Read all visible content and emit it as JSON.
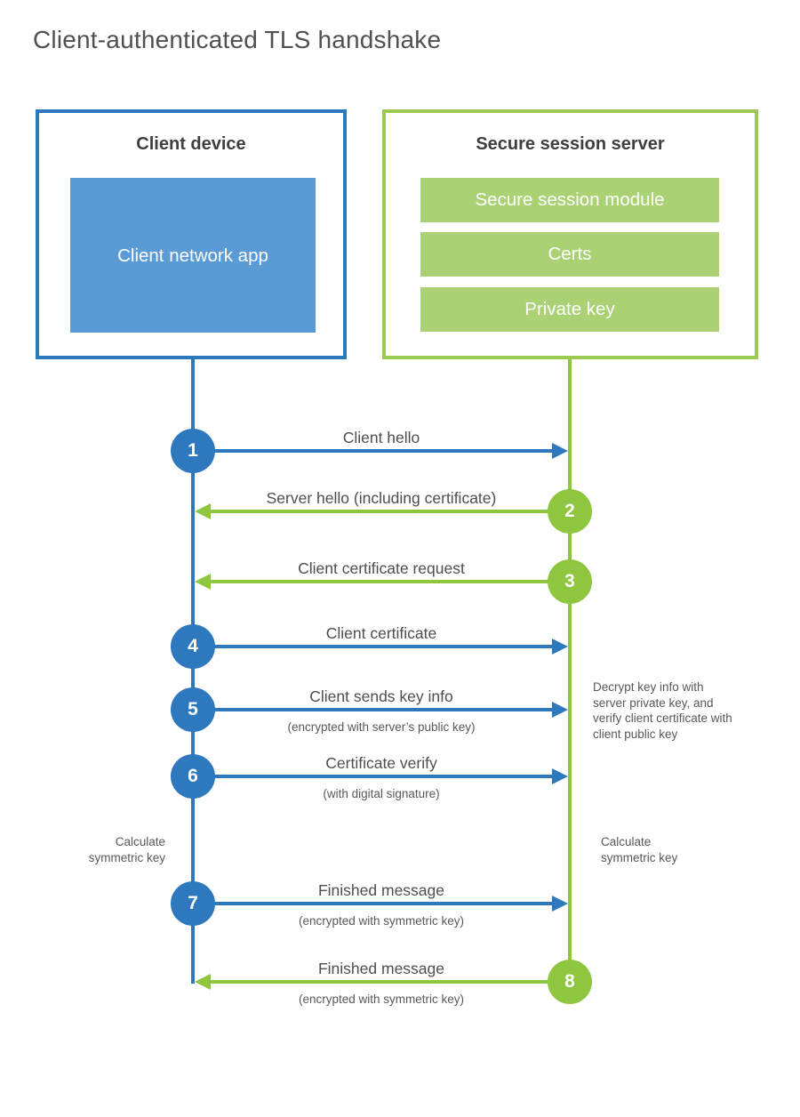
{
  "title": "Client-authenticated TLS handshake",
  "colors": {
    "blue": "#2e78be",
    "blue_fill": "#5b9bd5",
    "green": "#8ec73f",
    "green_fill": "#aad173",
    "green_border": "#9ccb52"
  },
  "client": {
    "title": "Client device",
    "app_label": "Client network app"
  },
  "server": {
    "title": "Secure session server",
    "modules": [
      "Secure session module",
      "Certs",
      "Private key"
    ]
  },
  "messages": [
    {
      "step": "1",
      "label": "Client hello",
      "sub": "",
      "direction": "right",
      "color": "blue"
    },
    {
      "step": "2",
      "label": "Server hello (including certificate)",
      "sub": "",
      "direction": "left",
      "color": "green"
    },
    {
      "step": "3",
      "label": "Client certificate request",
      "sub": "",
      "direction": "left",
      "color": "green"
    },
    {
      "step": "4",
      "label": "Client certificate",
      "sub": "",
      "direction": "right",
      "color": "blue"
    },
    {
      "step": "5",
      "label": "Client sends key info",
      "sub": "(encrypted with server’s public key)",
      "direction": "right",
      "color": "blue"
    },
    {
      "step": "6",
      "label": "Certificate verify",
      "sub": "(with digital signature)",
      "direction": "right",
      "color": "blue"
    },
    {
      "step": "7",
      "label": "Finished message",
      "sub": "(encrypted with symmetric key)",
      "direction": "right",
      "color": "blue"
    },
    {
      "step": "8",
      "label": "Finished message",
      "sub": "(encrypted with symmetric key)",
      "direction": "left",
      "color": "green"
    }
  ],
  "annotations": {
    "decrypt": "Decrypt key info with server private key, and verify client certificate with client public key",
    "calc_left": "Calculate symmetric key",
    "calc_right": "Calculate symmetric key"
  }
}
